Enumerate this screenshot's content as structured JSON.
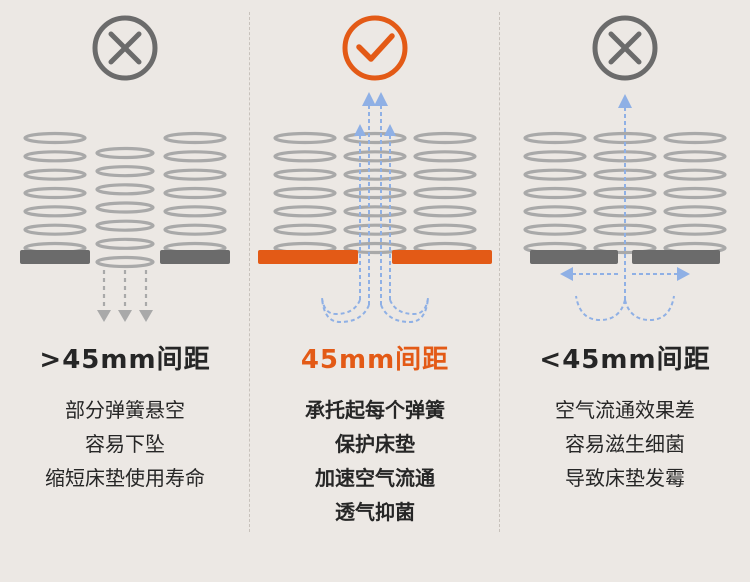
{
  "colors": {
    "good": "#e35a16",
    "bad": "#6b6b6b",
    "spring": "#a9a9a9",
    "air": "#8fb0e5",
    "text": "#262626"
  },
  "panels": [
    {
      "id": "left",
      "status_icon": "cross-icon",
      "heading": ">45mm间距",
      "lines": [
        "部分弹簧悬空",
        "容易下坠",
        "缩短床垫使用寿命"
      ]
    },
    {
      "id": "middle",
      "status_icon": "check-icon",
      "heading": "45mm间距",
      "lines": [
        "承托起每个弹簧",
        "保护床垫",
        "加速空气流通",
        "透气抑菌"
      ]
    },
    {
      "id": "right",
      "status_icon": "cross-icon",
      "heading": "<45mm间距",
      "lines": [
        "空气流通效果差",
        "容易滋生细菌",
        "导致床垫发霉"
      ]
    }
  ]
}
